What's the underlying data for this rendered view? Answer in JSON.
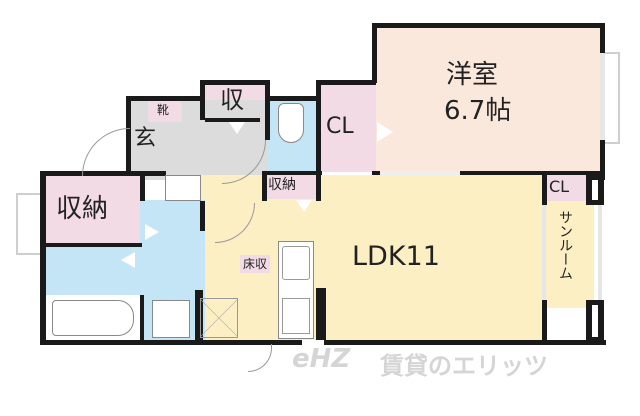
{
  "floorplan": {
    "rooms": {
      "western_room": {
        "name": "洋室",
        "size": "6.7帖"
      },
      "ldk": {
        "label": "LDK11"
      },
      "sunroom": {
        "label": "サンルーム"
      },
      "entrance": {
        "label": "玄"
      },
      "shoe_storage": {
        "label": "靴"
      },
      "storage_small": {
        "label": "収"
      },
      "closet_main": {
        "label": "CL"
      },
      "closet_sunroom": {
        "label": "CL"
      },
      "storage_hall": {
        "label": "収納"
      },
      "storage_large": {
        "label": "収納"
      },
      "floor_storage": {
        "label": "床収"
      }
    },
    "colors": {
      "western_room": "#fbe8dc",
      "ldk": "#fcefc4",
      "storage": "#f3dbe6",
      "wet_area": "#c4e5f6",
      "hallway": "#dcdcdc",
      "wall": "#1a1a1a"
    }
  },
  "watermark": {
    "logo": "eHZ",
    "text": "賃貸のエリッツ"
  }
}
